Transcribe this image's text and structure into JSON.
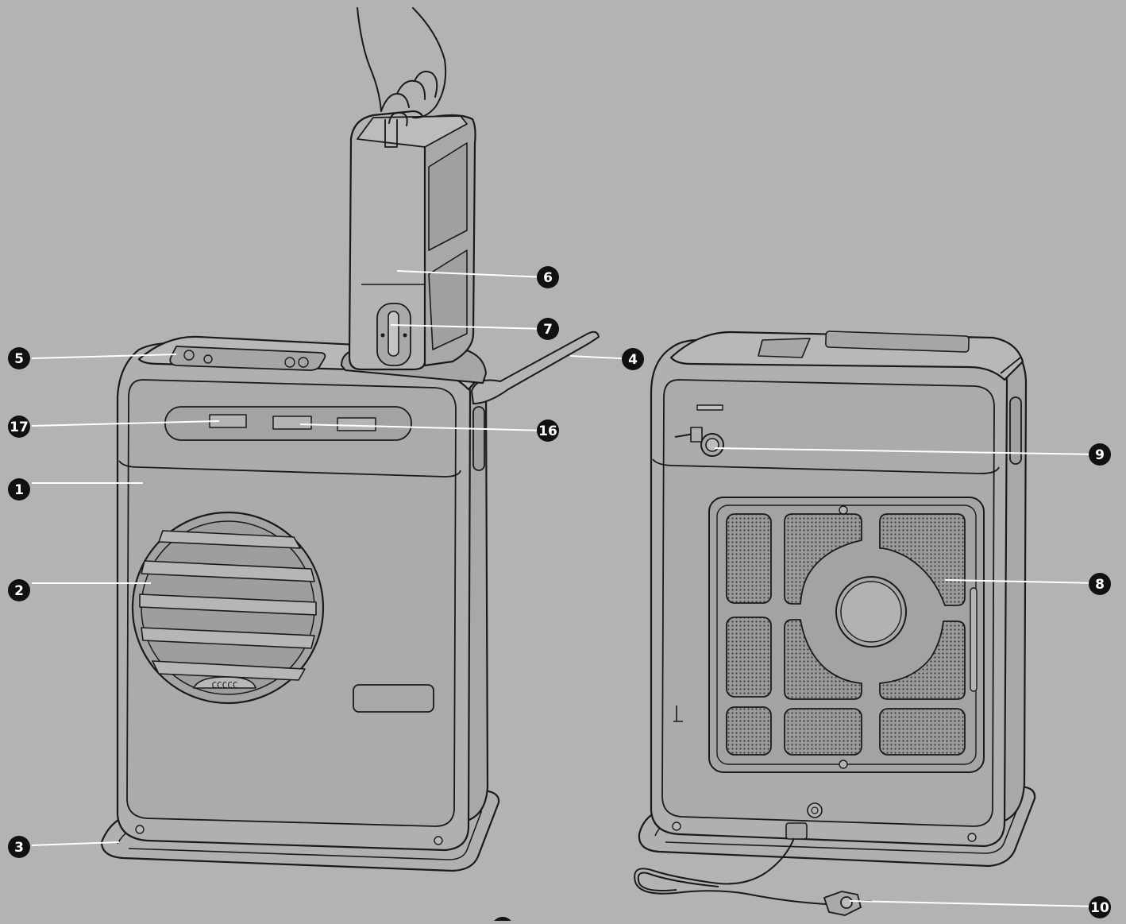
{
  "figure": {
    "background": "#b3b3b3",
    "line_color": "#1a1a1a",
    "body_fill": "#b0b0b0",
    "panel_fill": "#a9a9a9",
    "mesh_fill": "#8e8e8e",
    "leader_color": "#ffffff",
    "callouts": {
      "c1": "1",
      "c2": "2",
      "c3": "3",
      "c4": "4",
      "c5": "5",
      "c6": "6",
      "c7": "7",
      "c8": "8",
      "c9": "9",
      "c10": "10",
      "c16": "16",
      "c17": "17"
    }
  }
}
